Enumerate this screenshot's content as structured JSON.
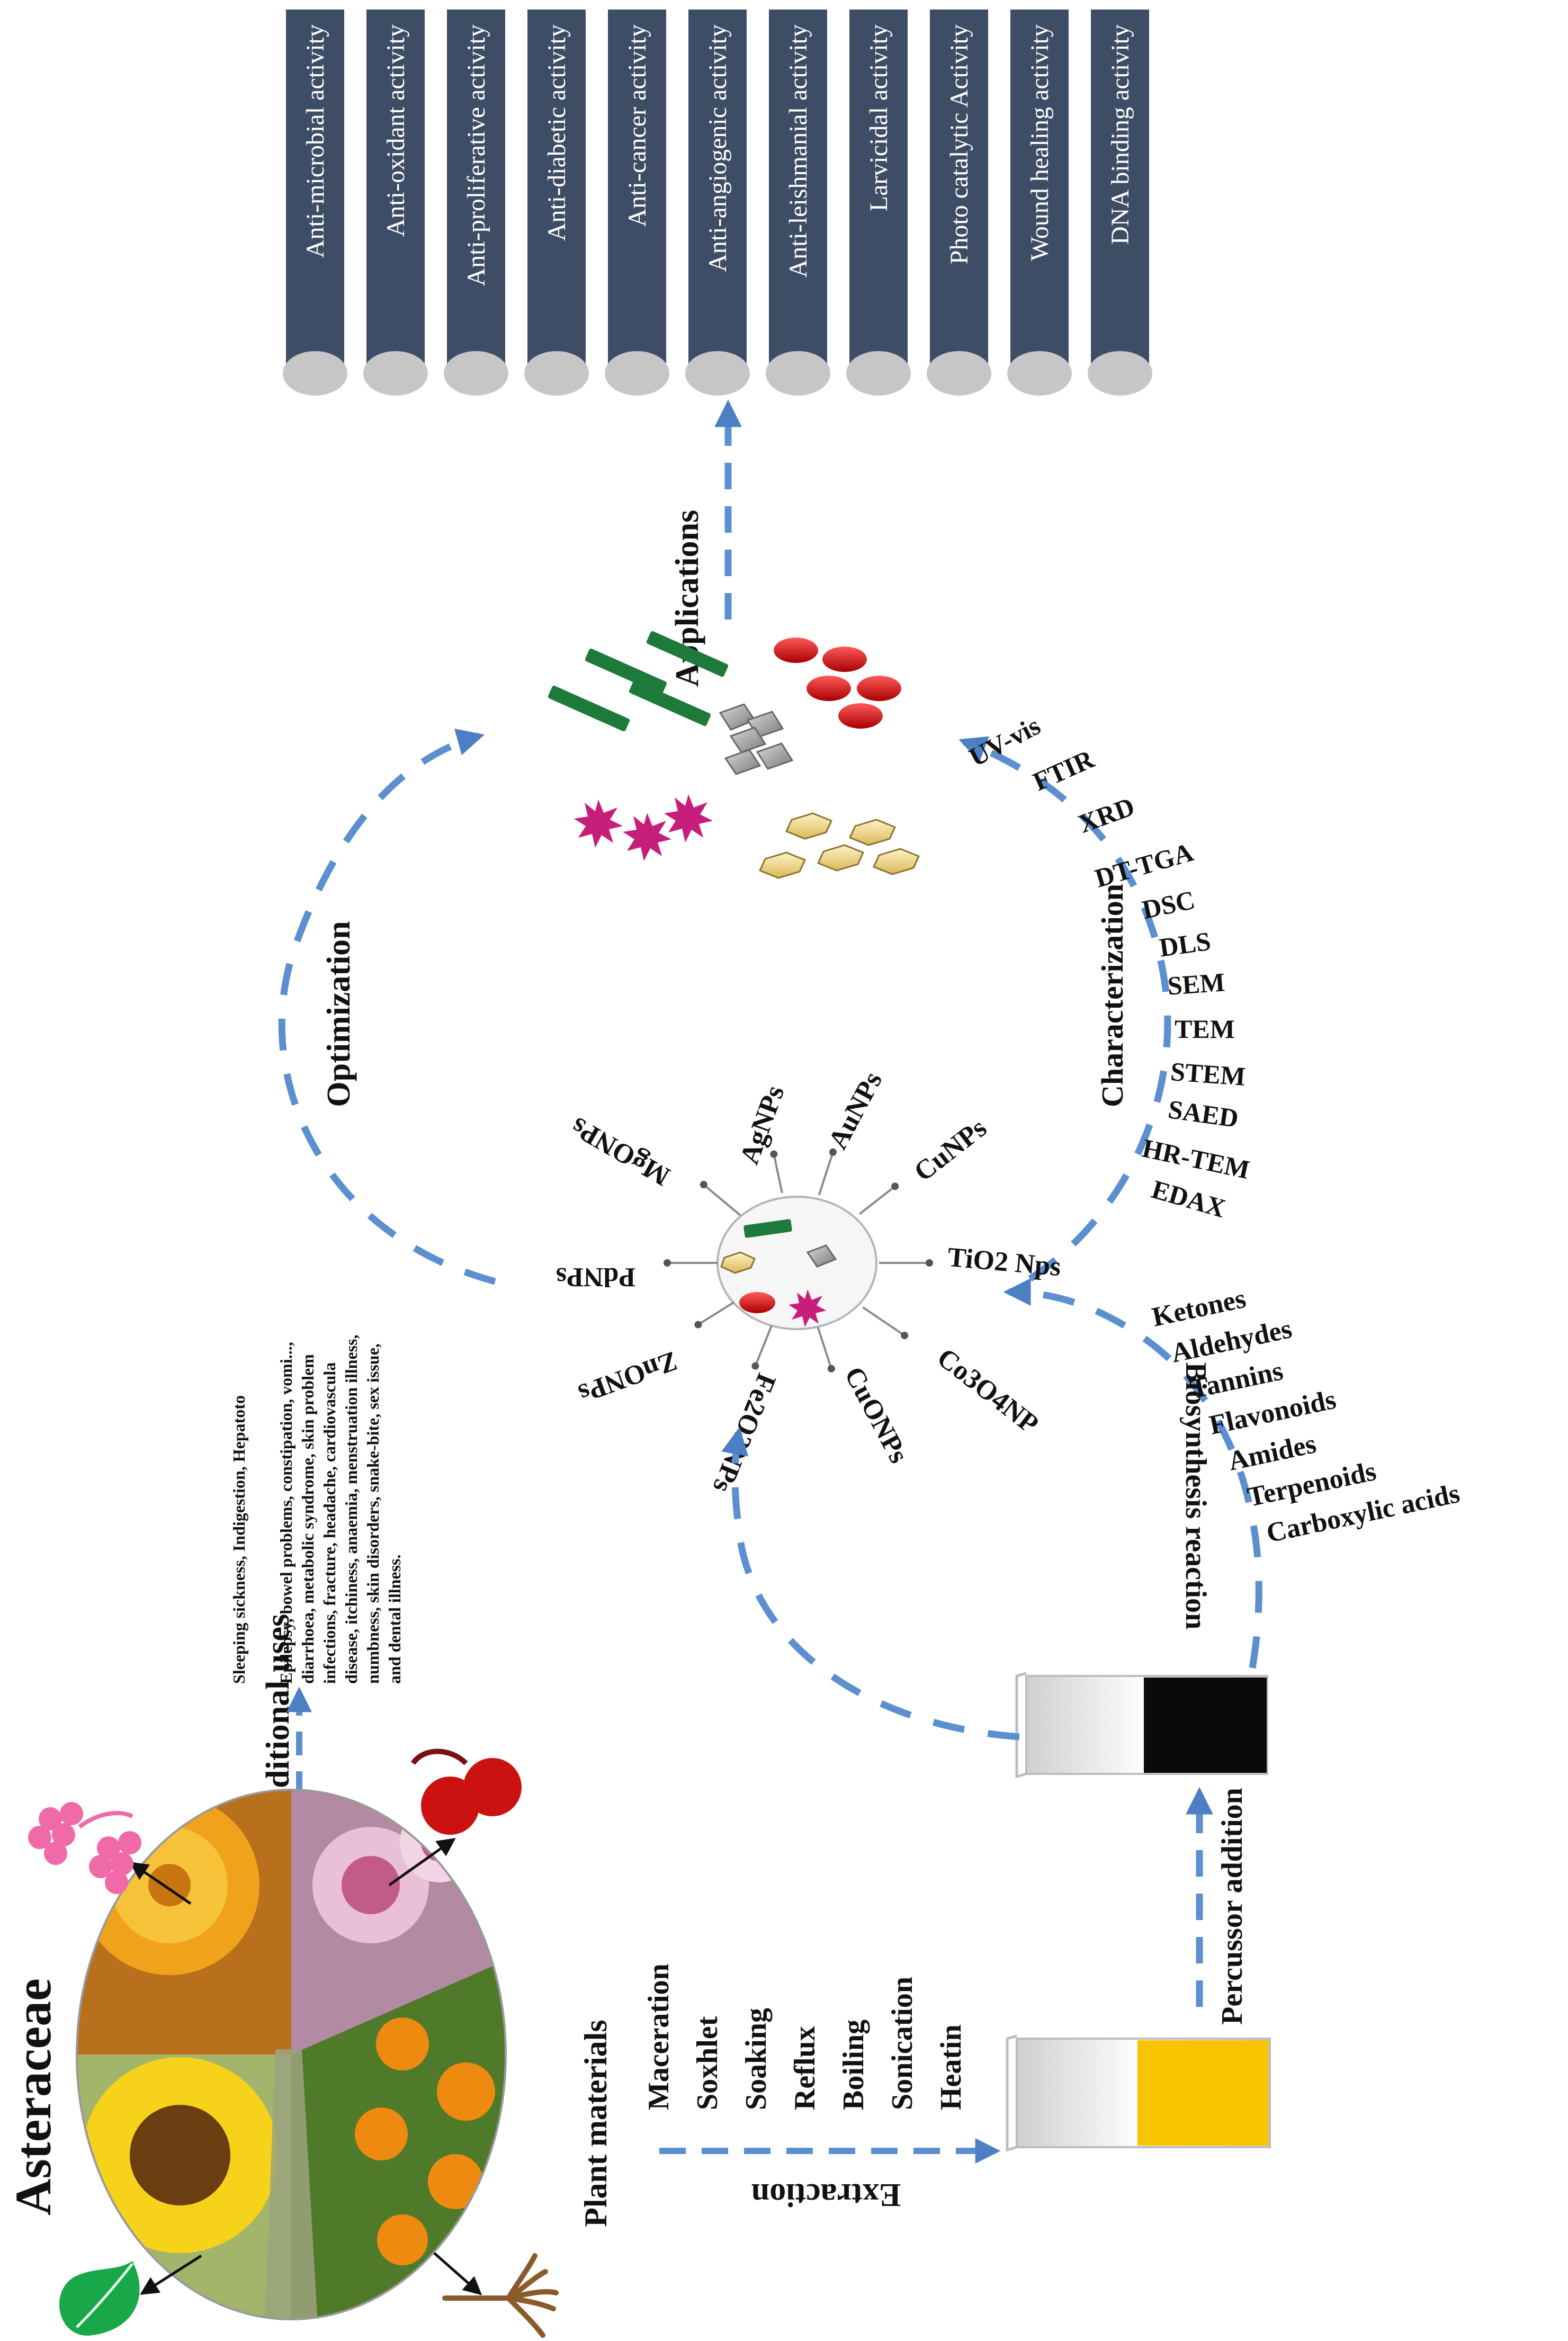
{
  "title": "Asteraceae",
  "applications_label": "Applications",
  "applications": [
    "Anti-microbial activity",
    "Anti-oxidant activity",
    "Anti-proliferative activity",
    "Anti-diabetic activity",
    "Anti-cancer activity",
    "Anti-angiogenic activity",
    "Anti-leishmanial activity",
    "Larvicidal activity",
    "Photo catalytic Activity",
    "Wound healing activity",
    "DNA binding activity"
  ],
  "optimization_label": "Optimization",
  "characterization_label": "Characterization",
  "characterization_methods": [
    "UV-vis",
    "FTIR",
    "XRD",
    "DT-TGA",
    "DSC",
    "DLS",
    "SEM",
    "TEM",
    "STEM",
    "SAED",
    "HR-TEM",
    "EDAX"
  ],
  "nanoparticles": [
    "AgNPs",
    "AuNPs",
    "CuNPs",
    "TiO2 Nps",
    "Co3O4NP",
    "CuONPs",
    "Fe2O3NPs",
    "ZnONPs",
    "PdNPs",
    "MgONPs"
  ],
  "biosynthesis_label": "Biosynthesis reaction",
  "phytochemicals": [
    "Ketones",
    "Aldehydes",
    "Tannins",
    "Flavonoids",
    "Amides",
    "Terpenoids",
    "Carboxylic acids"
  ],
  "traditional_uses_label": "Traditional uses",
  "traditional_uses_lines": [
    "Sleeping  sickness,  Indigestion,  Hepatoto",
    "Epilepsy, bowel problems, constipation, vomi...,",
    "diarrhoea,  metabolic  syndrome,  skin  problem",
    "infections,  fracture,  headache,  cardiovascula",
    "disease, itchiness, anaemia, menstruation illness,",
    "numbness,  skin  disorders,  snake-bite,  sex  issue,",
    "and dental illness."
  ],
  "plant_materials_label": "Plant materials",
  "extraction_label": "Extraction",
  "extraction_methods": [
    "Maceration",
    "Soxhlet",
    "Soaking",
    "Reflux",
    "Boiling",
    "Sonication",
    "Heatin"
  ],
  "precursor_label": "Percussor addition",
  "colors": {
    "dashed_arrow": "#5b8fd0",
    "pillar": "#3e4d66",
    "pillar_base": "#c6c6c6",
    "rod": "#1e7a3a",
    "cube": "#9a9a9a",
    "sphere": "#d10f12",
    "star": "#c61e7a",
    "hexagon": "#f1d98a",
    "extract_yellow": "#f6c500",
    "solution_black": "#0a0a0a",
    "leaf": "#18a84a",
    "flower": "#f06aaa",
    "fruit": "#cc1111",
    "root": "#8a5a2b"
  }
}
